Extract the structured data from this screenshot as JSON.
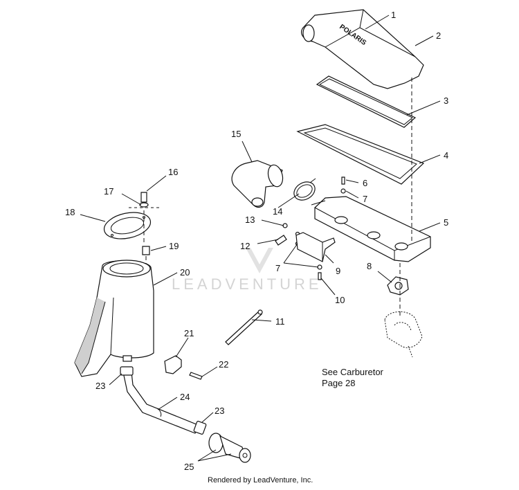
{
  "labels": {
    "l1": "1",
    "l2": "2",
    "l3": "3",
    "l4": "4",
    "l5": "5",
    "l6": "6",
    "l7a": "7",
    "l7b": "7",
    "l8": "8",
    "l9": "9",
    "l10": "10",
    "l11": "11",
    "l12": "12",
    "l13": "13",
    "l14": "14",
    "l15": "15",
    "l16": "16",
    "l17": "17",
    "l18": "18",
    "l19": "19",
    "l20": "20",
    "l21": "21",
    "l22": "22",
    "l23a": "23",
    "l23b": "23",
    "l24": "24",
    "l25": "25"
  },
  "cover_brand": "POLARIS",
  "note_line1": "See Carburetor",
  "note_line2": "Page 28",
  "watermark": "LEADVENTURE",
  "footer": "Rendered by LeadVenture, Inc."
}
